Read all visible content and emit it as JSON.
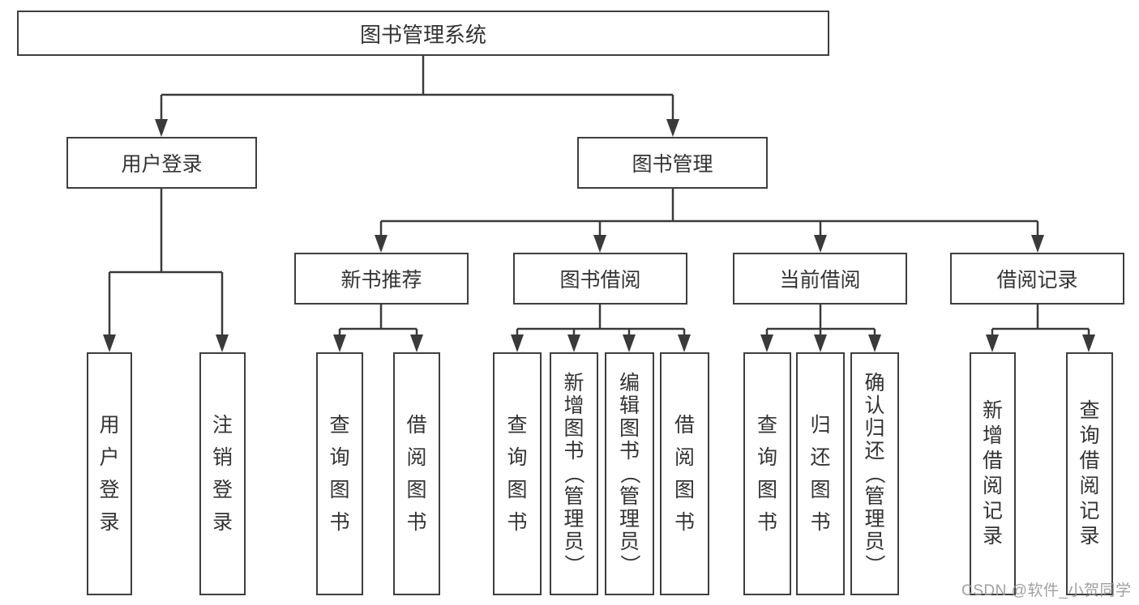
{
  "diagram": {
    "type": "functional-structure-tree",
    "colors": {
      "line": "#3a3a3a",
      "box_border": "#3e3e3e",
      "box_fill": "#ffffff",
      "text": "#333333",
      "watermark_text_color": "#989898"
    }
  },
  "tree": {
    "root": {
      "label": "图书管理系统",
      "children": [
        {
          "label": "用户登录",
          "children": [
            {
              "label": "用户登录"
            },
            {
              "label": "注销登录"
            }
          ]
        },
        {
          "label": "图书管理",
          "children": [
            {
              "label": "新书推荐",
              "children": [
                {
                  "label": "查询图书"
                },
                {
                  "label": "借阅图书"
                }
              ]
            },
            {
              "label": "图书借阅",
              "children": [
                {
                  "label": "查询图书"
                },
                {
                  "label": "新增图书（管理员）"
                },
                {
                  "label": "编辑图书（管理员）"
                },
                {
                  "label": "借阅图书"
                }
              ]
            },
            {
              "label": "当前借阅",
              "children": [
                {
                  "label": "查询图书"
                },
                {
                  "label": "归还图书"
                },
                {
                  "label": "确认归还（管理员）"
                }
              ]
            },
            {
              "label": "借阅记录",
              "children": [
                {
                  "label": "新增借阅记录"
                },
                {
                  "label": "查询借阅记录"
                }
              ]
            }
          ]
        }
      ]
    }
  },
  "watermark": {
    "text": "CSDN @软件_小贺同学"
  }
}
